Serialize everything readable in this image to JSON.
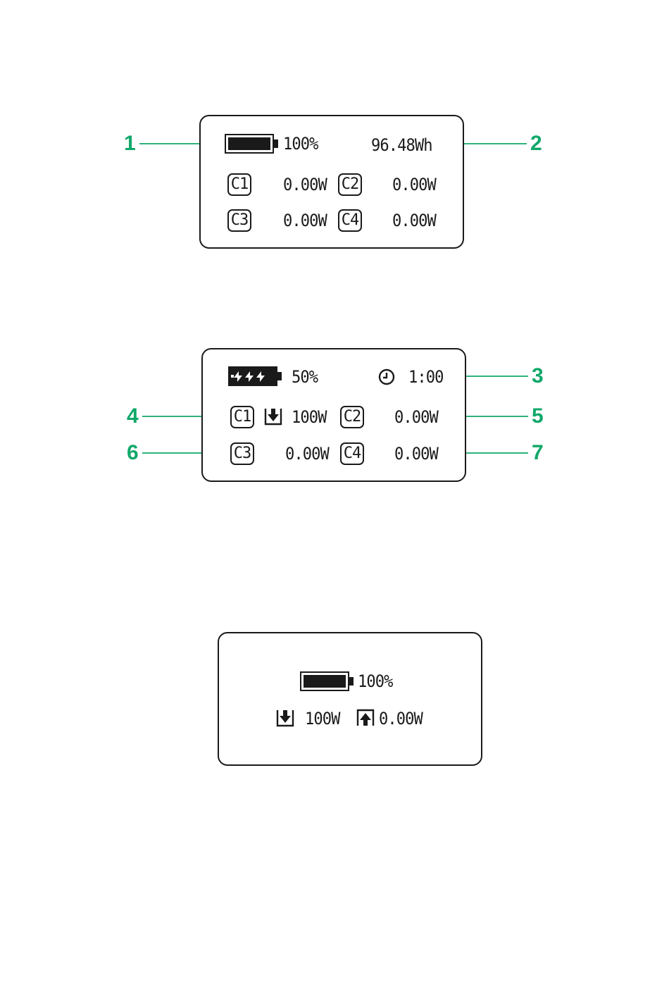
{
  "colors": {
    "callout": "#11a86a",
    "display_ink": "#1a1a1a",
    "background": "#ffffff"
  },
  "panel1": {
    "battery_icon": "battery-full-icon",
    "battery_level_fraction": 1.0,
    "battery_percent": "100%",
    "energy": "96.48Wh",
    "ports": [
      {
        "label": "C1",
        "power": "0.00W"
      },
      {
        "label": "C2",
        "power": "0.00W"
      },
      {
        "label": "C3",
        "power": "0.00W"
      },
      {
        "label": "C4",
        "power": "0.00W"
      }
    ]
  },
  "panel2": {
    "battery_icon": "battery-charging-icon",
    "battery_percent": "50%",
    "clock_icon": "clock-icon",
    "time": "1:00",
    "c1_input_icon": "input-arrow-down-icon",
    "ports": [
      {
        "label": "C1",
        "power": "100W"
      },
      {
        "label": "C2",
        "power": "0.00W"
      },
      {
        "label": "C3",
        "power": "0.00W"
      },
      {
        "label": "C4",
        "power": "0.00W"
      }
    ]
  },
  "panel3": {
    "battery_icon": "battery-full-icon",
    "battery_level_fraction": 1.0,
    "battery_percent": "100%",
    "input_icon": "input-arrow-down-icon",
    "input_power": "100W",
    "output_icon": "output-arrow-up-icon",
    "output_power": "0.00W"
  },
  "callouts": [
    "1",
    "2",
    "3",
    "4",
    "5",
    "6",
    "7"
  ]
}
